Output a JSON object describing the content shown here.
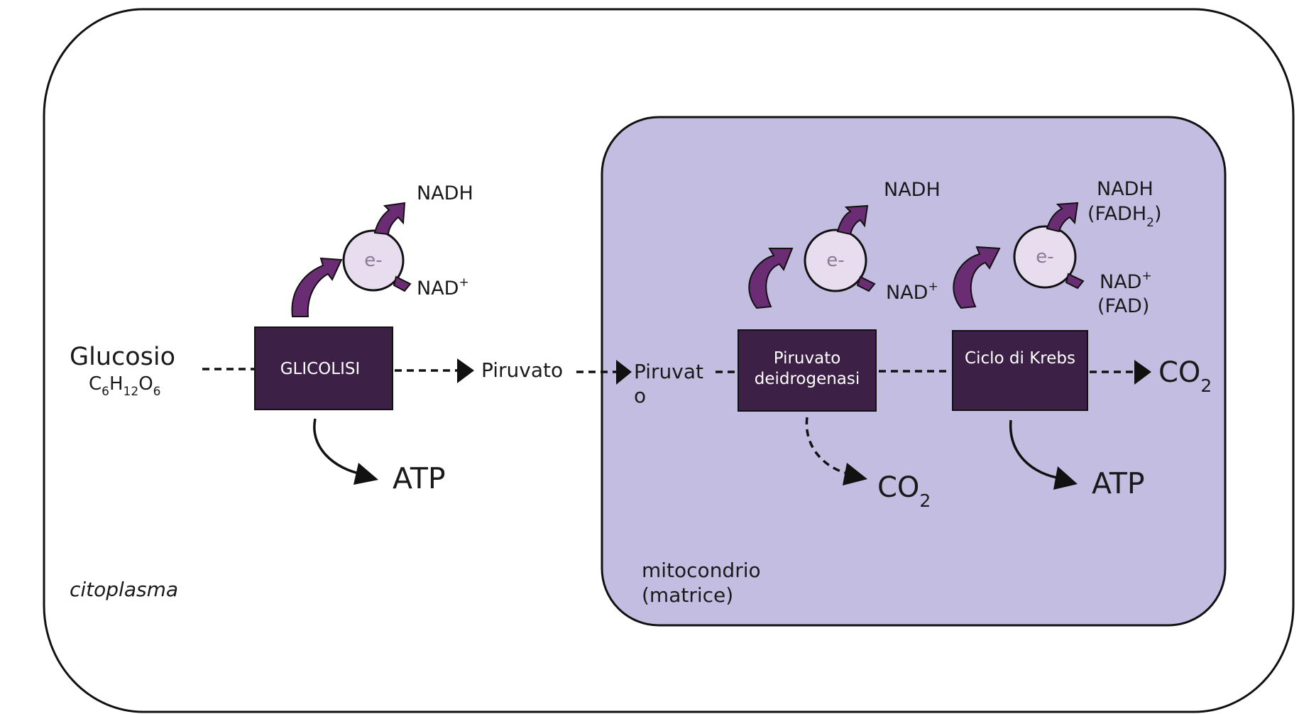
{
  "labels": {
    "glucose": "Glucosio",
    "glucose_formula": {
      "c": "C",
      "c_sub": "6",
      "h": "H",
      "h_sub": "12",
      "o": "O",
      "o_sub": "6"
    },
    "glycolysis": "GLICOLISI",
    "pyruvate_out": "Piruvato",
    "pyruvate_in_line1": "Piruvat",
    "pyruvate_in_line2": "o",
    "pdh_line1": "Piruvato",
    "pdh_line2": "deidrogenasi",
    "krebs": "Ciclo di Krebs",
    "electron": "e-",
    "nadh": "NADH",
    "nad": "NAD",
    "nad_sup": "+",
    "fadh_open": "(FADH",
    "fadh_sub": "2",
    "fadh_close": ")",
    "fad": "(FAD)",
    "co2_base": "CO",
    "co2_sub": "2",
    "atp": "ATP",
    "cytoplasm": "citoplasma",
    "mito_line1": "mitocondrio",
    "mito_line2": "(matrice)"
  },
  "colors": {
    "cell_border": "#111111",
    "mitochondrion_fill": "#c4bde2",
    "enzyme_box": "#3d2045",
    "curved_arrow": "#6a2c73",
    "curved_arrow_highlight": "#8e4a98",
    "electron_fill": "#e8dcef",
    "electron_text": "#8a7a96"
  }
}
